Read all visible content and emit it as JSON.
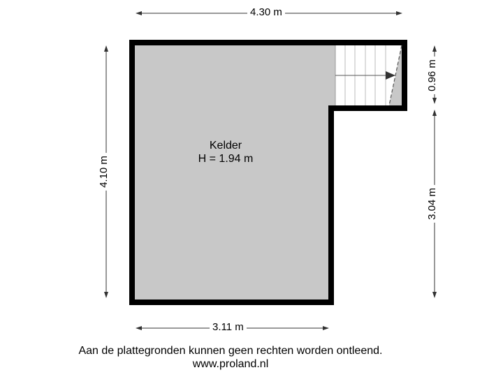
{
  "floorplan": {
    "room": {
      "name": "Kelder",
      "height": "H = 1.94 m"
    },
    "dimensions": {
      "top_width": "4.30 m",
      "bottom_width": "3.11 m",
      "left_height": "4.10 m",
      "right_upper": "0.96 m",
      "right_lower": "3.04 m"
    },
    "colors": {
      "wall": "#000000",
      "floor": "#c8c8c8",
      "stair": "#ffffff",
      "dimension_line": "#333333"
    }
  },
  "footer": {
    "disclaimer": "Aan de plattegronden kunnen geen rechten worden ontleend.",
    "website": "www.proland.nl"
  }
}
